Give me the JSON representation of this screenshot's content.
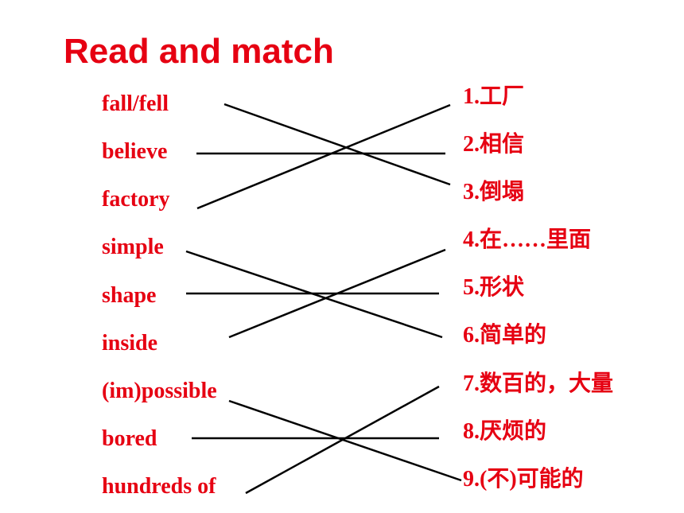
{
  "title": "Read and match",
  "words": [
    "fall/fell",
    "believe",
    "factory",
    "simple",
    "shape",
    "inside",
    "(im)possible",
    "bored",
    "hundreds of"
  ],
  "meanings": [
    "1.工厂",
    "2.相信",
    "3.倒塌",
    "4.在……里面",
    "5.形状",
    "6.简单的",
    "7.数百的，大量",
    "8.厌烦的",
    "9.(不)可能的"
  ],
  "matches": [
    {
      "word": "fall/fell",
      "meaning": "3.倒塌"
    },
    {
      "word": "believe",
      "meaning": "2.相信"
    },
    {
      "word": "factory",
      "meaning": "1.工厂"
    },
    {
      "word": "simple",
      "meaning": "6.简单的"
    },
    {
      "word": "shape",
      "meaning": "5.形状"
    },
    {
      "word": "inside",
      "meaning": "4.在……里面"
    },
    {
      "word": "(im)possible",
      "meaning": "9.(不)可能的"
    },
    {
      "word": "bored",
      "meaning": "8.厌烦的"
    },
    {
      "word": "hundreds of",
      "meaning": "7.数百的，大量"
    }
  ],
  "colors": {
    "text": "#e60012",
    "line": "#000000"
  }
}
